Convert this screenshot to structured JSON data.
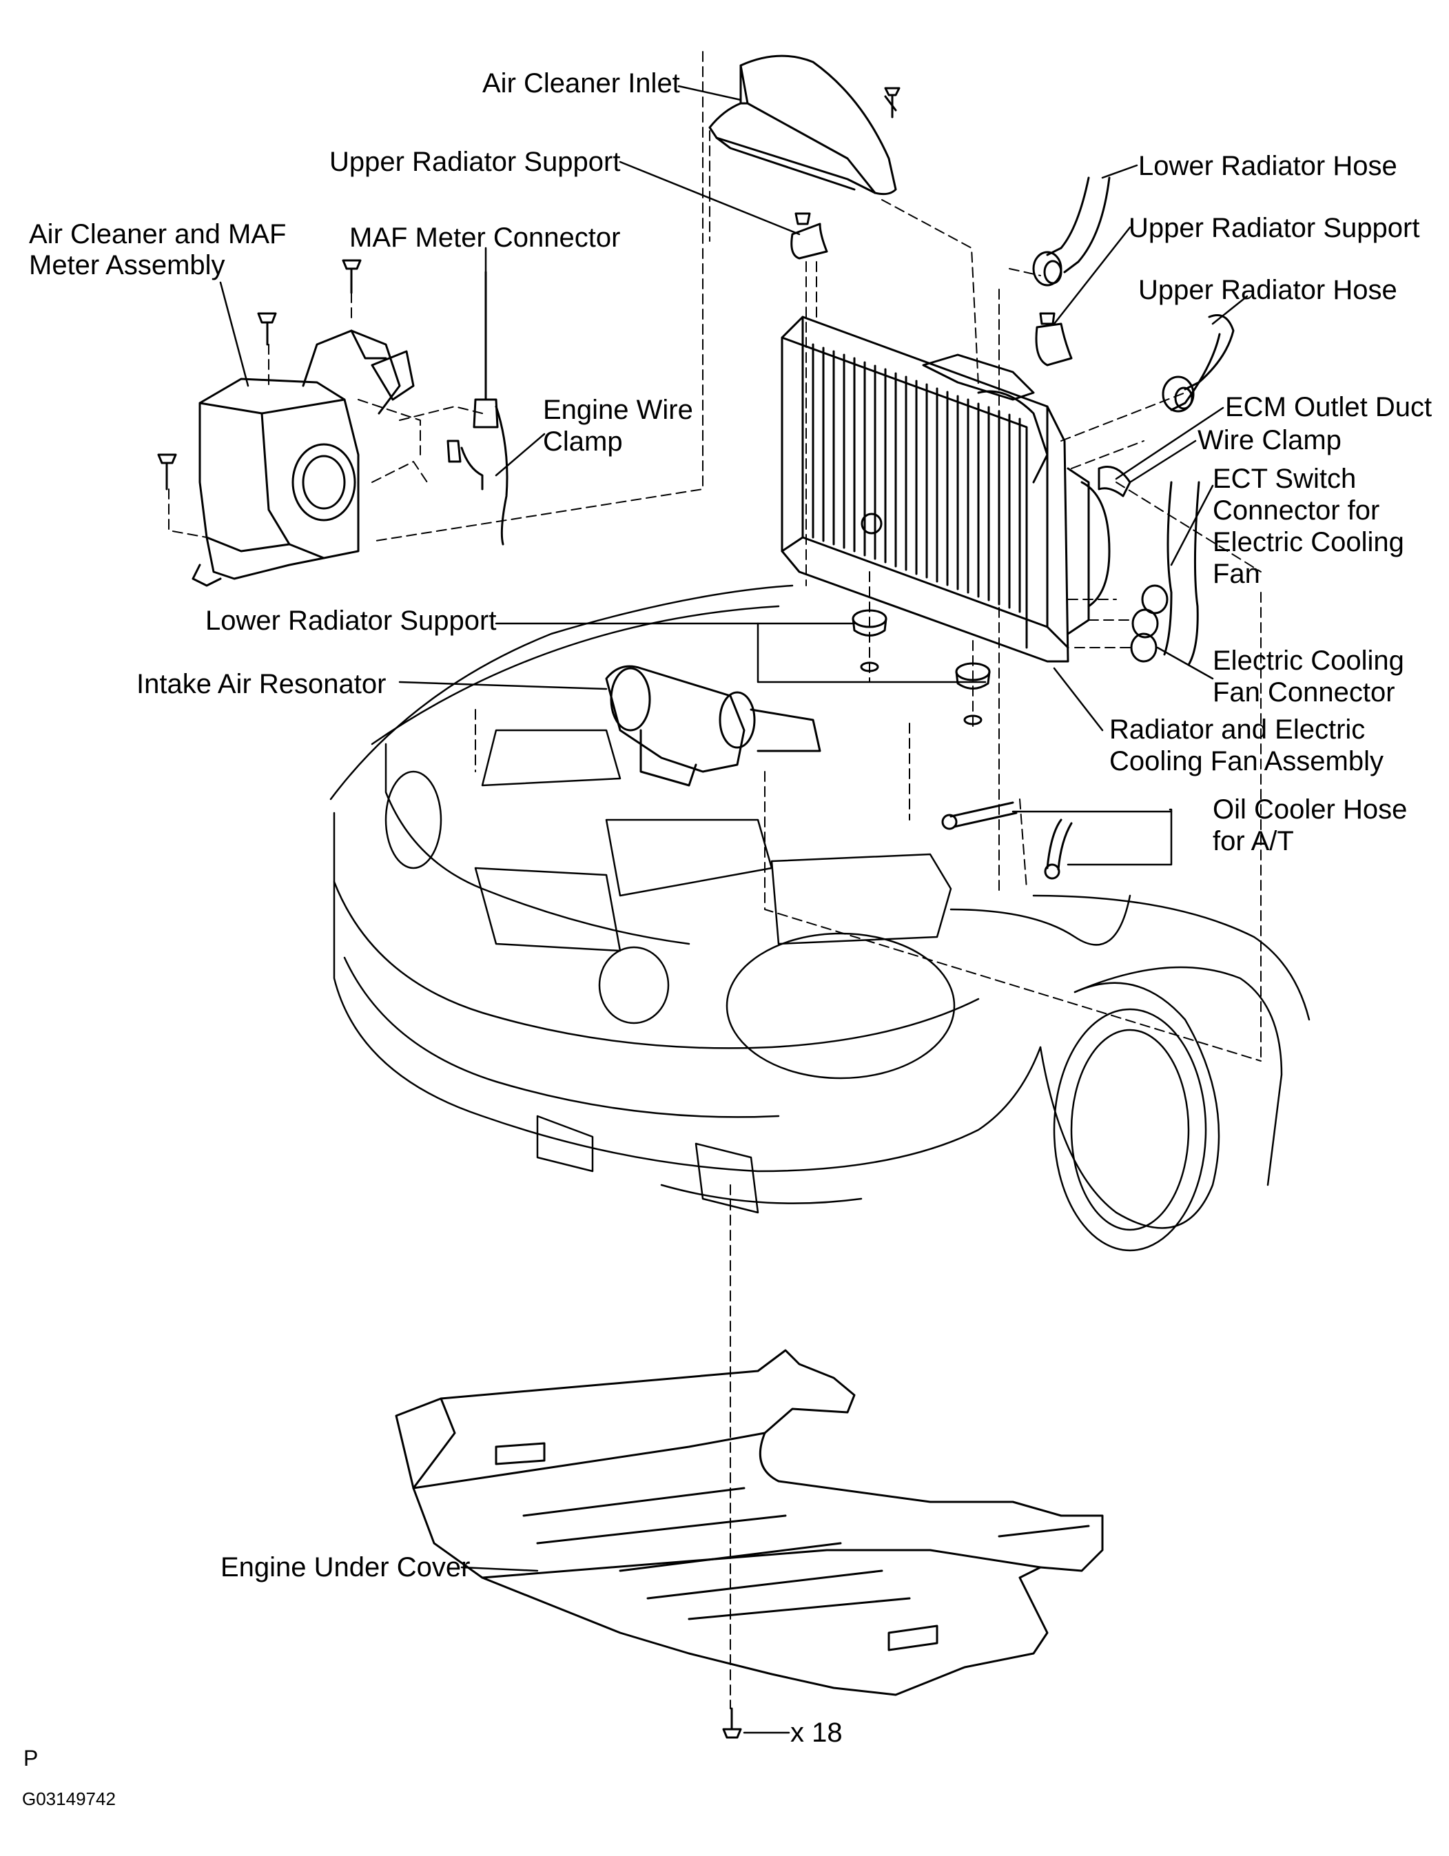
{
  "labels": {
    "air_cleaner_inlet": "Air Cleaner Inlet",
    "upper_radiator_support_left": "Upper Radiator Support",
    "air_cleaner_maf_assembly": "Air Cleaner and MAF\nMeter Assembly",
    "maf_meter_connector": "MAF Meter Connector",
    "engine_wire_clamp": "Engine Wire\nClamp",
    "lower_radiator_hose": "Lower Radiator Hose",
    "upper_radiator_support_right": "Upper Radiator Support",
    "upper_radiator_hose": "Upper Radiator Hose",
    "ecm_outlet_duct": "ECM Outlet Duct",
    "wire_clamp": "Wire Clamp",
    "ect_switch_connector": "ECT Switch\nConnector for\nElectric Cooling\nFan",
    "lower_radiator_support": "Lower Radiator Support",
    "intake_air_resonator": "Intake Air Resonator",
    "electric_cooling_fan_connector": "Electric Cooling\nFan Connector",
    "radiator_fan_assembly": "Radiator and Electric\nCooling Fan Assembly",
    "oil_cooler_hose": "Oil Cooler Hose\nfor A/T",
    "engine_under_cover": "Engine Under Cover",
    "bolt_count": "x 18"
  },
  "footer": {
    "mark": "P",
    "code": "G03149742"
  },
  "colors": {
    "line": "#000000",
    "background": "#ffffff"
  }
}
